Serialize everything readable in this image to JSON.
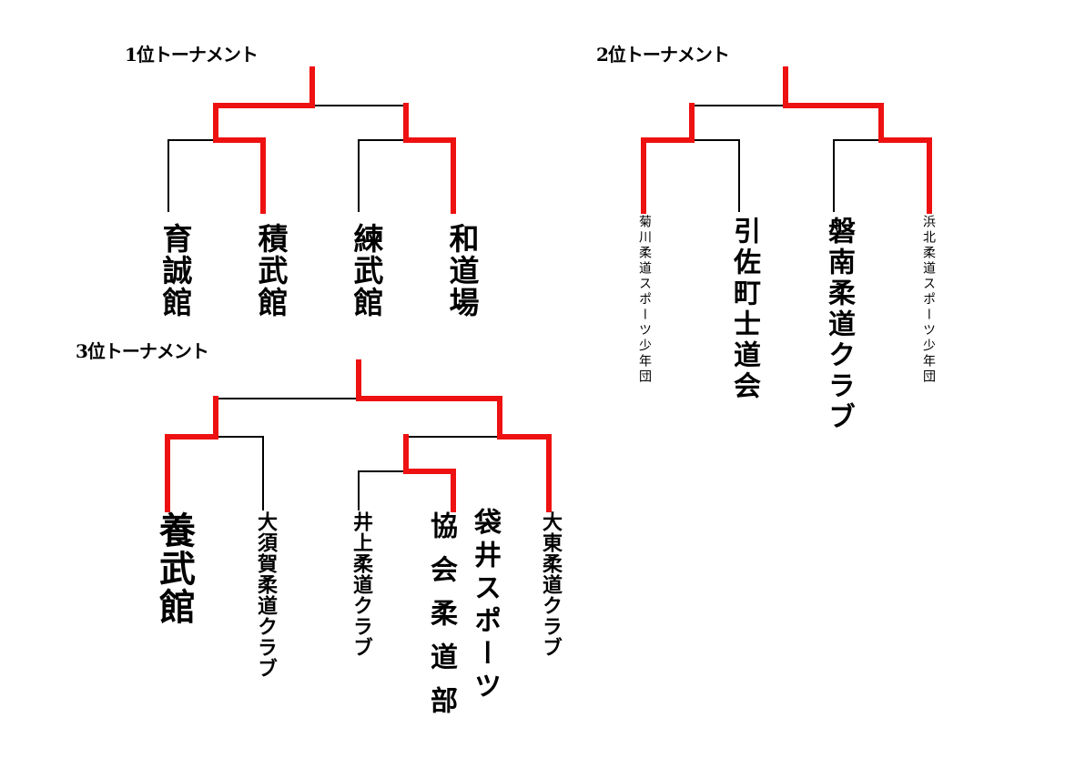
{
  "colors": {
    "winner_line": "#ee1111",
    "normal_line": "#000000"
  },
  "tournaments": [
    {
      "id": "t1",
      "title": "1位トーナメント",
      "participants": [
        "育誠館",
        "積武館",
        "練武館",
        "和道場"
      ]
    },
    {
      "id": "t2",
      "title": "2位トーナメント",
      "participants": [
        "菊川柔道スポーツ少年団",
        "引佐町士道会",
        "磐南柔道クラブ",
        "浜北柔道スポーツ少年団"
      ]
    },
    {
      "id": "t3",
      "title": "3位トーナメント",
      "participants": [
        "養武館",
        "大須賀柔道クラブ",
        "井上柔道クラブ",
        "袋井スポーツ協会柔道部",
        "大東柔道クラブ"
      ]
    }
  ]
}
